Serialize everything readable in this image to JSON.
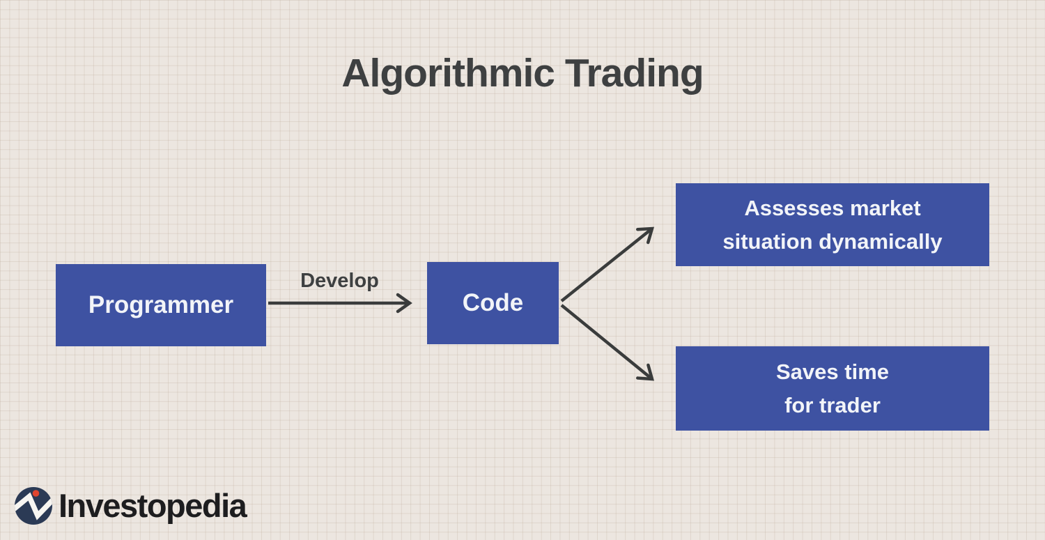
{
  "title": "Algorithmic Trading",
  "diagram": {
    "nodes": {
      "programmer": {
        "label": "Programmer"
      },
      "code": {
        "label": "Code"
      },
      "outcome_top": {
        "line1": "Assesses market",
        "line2": "situation dynamically"
      },
      "outcome_bottom": {
        "line1": "Saves time",
        "line2": "for trader"
      }
    },
    "edges": {
      "develop": {
        "label": "Develop"
      }
    }
  },
  "branding": {
    "logo_text": "Investopedia"
  },
  "colors": {
    "background": "#ece6e0",
    "grid_line": "#ded4cb",
    "node_fill": "#3e52a2",
    "node_text": "#f2f4f8",
    "heading_text": "#3e4041",
    "arrow": "#3a3c3c",
    "logo_circle": "#2b3a55",
    "logo_dot": "#e0452f",
    "logo_text_color": "#1d1d1f"
  }
}
